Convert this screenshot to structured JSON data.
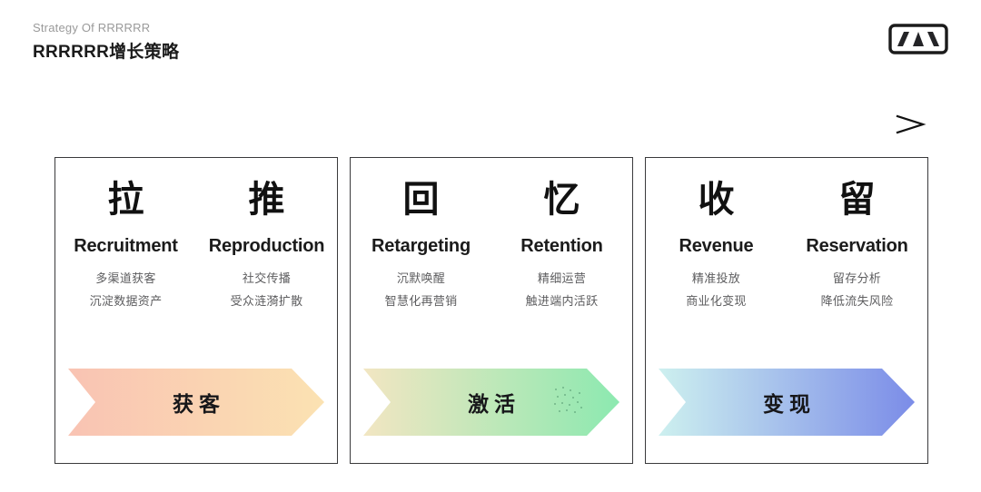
{
  "header": {
    "eyebrow": "Strategy Of RRRRRR",
    "title": "RRRRRR增长策略",
    "logo_icon": "mountain-logo-icon"
  },
  "timeline": {
    "icon": "right-arrow-line-icon"
  },
  "colors": {
    "card_border": "#3a3a3c",
    "title": "#1b1b1b",
    "eyebrow": "#9a9a9a",
    "sub_text": "#5d5d5f",
    "ribbon1_from": "#f9c3b3",
    "ribbon1_to": "#fbe2b2",
    "ribbon2_from": "#f2e6c2",
    "ribbon2_to": "#8ce9b0",
    "ribbon3_from": "#cdf0ef",
    "ribbon3_to": "#7b8ce8"
  },
  "cards": [
    {
      "name": "acquisition",
      "columns": [
        {
          "glyph": "拉",
          "en": "Recruitment",
          "subs": [
            "多渠道获客",
            "沉淀数据资产"
          ]
        },
        {
          "glyph": "推",
          "en": "Reproduction",
          "subs": [
            "社交传播",
            "受众涟漪扩散"
          ]
        }
      ],
      "ribbon": {
        "label": "获客",
        "from": "#f9c3b3",
        "to": "#fbe2b2",
        "dots": false
      }
    },
    {
      "name": "activation",
      "columns": [
        {
          "glyph": "回",
          "en": "Retargeting",
          "subs": [
            "沉默唤醒",
            "智慧化再营销"
          ]
        },
        {
          "glyph": "忆",
          "en": "Retention",
          "subs": [
            "精细运营",
            "触进端内活跃"
          ]
        }
      ],
      "ribbon": {
        "label": "激活",
        "from": "#f2e6c2",
        "to": "#8ce9b0",
        "dots": true
      }
    },
    {
      "name": "monetization",
      "columns": [
        {
          "glyph": "收",
          "en": "Revenue",
          "subs": [
            "精准投放",
            "商业化变现"
          ]
        },
        {
          "glyph": "留",
          "en": "Reservation",
          "subs": [
            "留存分析",
            "降低流失风险"
          ]
        }
      ],
      "ribbon": {
        "label": "变现",
        "from": "#cdf0ef",
        "to": "#7b8ce8",
        "dots": false
      }
    }
  ]
}
